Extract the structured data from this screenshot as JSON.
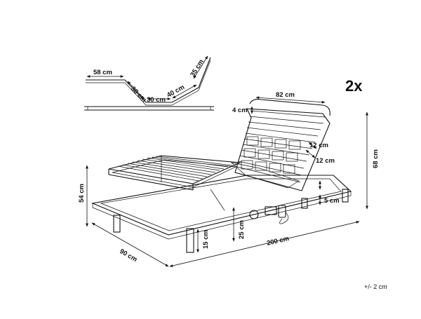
{
  "quantity": "2x",
  "tolerance": "+/- 2 cm",
  "dims": {
    "profile_58": "58 cm",
    "profile_30a": "30 cm",
    "profile_30b": "30 cm",
    "profile_40": "40 cm",
    "profile_35": "35 cm",
    "head_width": "82 cm",
    "frame_edge": "4 cm",
    "slat_gap": "12 cm",
    "slat_width": "12 cm",
    "height_max": "68 cm",
    "height_foot": "54 cm",
    "rail": "5 cm",
    "motor_clear": "25 cm",
    "leg": "15 cm",
    "width": "90 cm",
    "length": "200 cm"
  }
}
